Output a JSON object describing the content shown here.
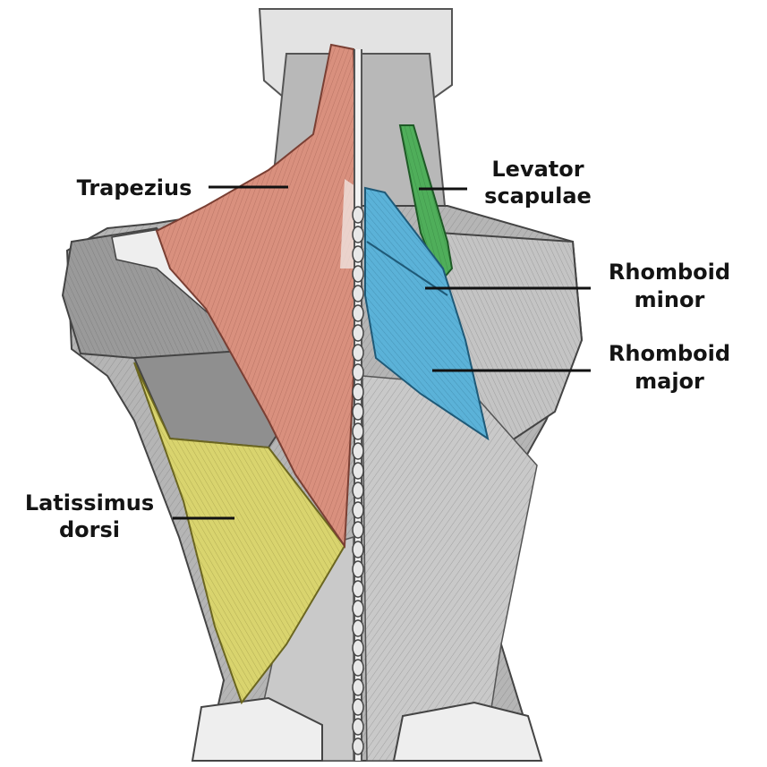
{
  "figure": {
    "subject": "Superficial muscles of the back (posterior view)"
  },
  "labels": {
    "trapezius": "Trapezius",
    "levator_scapulae": [
      "Levator",
      "scapulae"
    ],
    "rhomboid_minor": [
      "Rhomboid",
      "minor"
    ],
    "rhomboid_major": [
      "Rhomboid",
      "major"
    ],
    "latissimus_dorsi": [
      "Latissimus",
      "dorsi"
    ]
  },
  "colors": {
    "trapezius": "#d9907e",
    "levator_scapulae": "#4fae5a",
    "rhomboids": "#5bb2d8",
    "latissimus_dorsi": "#d9d46e",
    "muscle_gray": "#a9a9a9",
    "muscle_light": "#d4d4d4",
    "bone": "#eeeeee",
    "line": "#111111"
  }
}
